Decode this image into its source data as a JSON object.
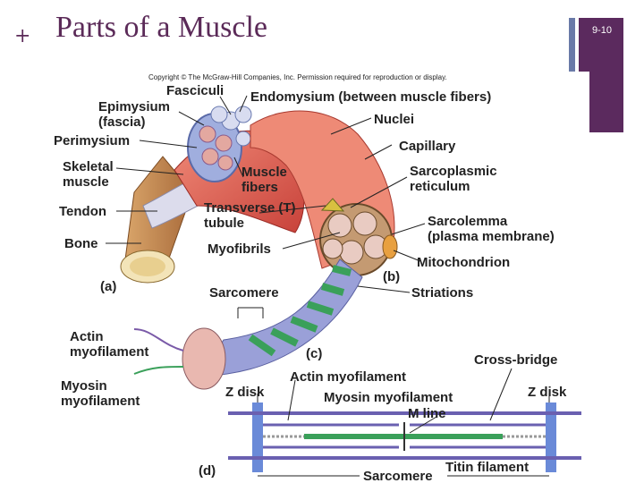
{
  "slide": {
    "bullet": "+",
    "title": "Parts of a Muscle",
    "slide_number": "9-10"
  },
  "figure": {
    "copyright": "Copyright © The McGraw-Hill Companies, Inc. Permission required for reproduction or display.",
    "labels": {
      "fasciculi": "Fasciculi",
      "epimysium_1": "Epimysium",
      "epimysium_2": "(fascia)",
      "endomysium": "Endomysium (between muscle fibers)",
      "nuclei": "Nuclei",
      "perimysium": "Perimysium",
      "capillary": "Capillary",
      "skeletal_1": "Skeletal",
      "skeletal_2": "muscle",
      "muscle_fibers_1": "Muscle",
      "muscle_fibers_2": "fibers",
      "sarcoplasmic_1": "Sarcoplasmic",
      "sarcoplasmic_2": "reticulum",
      "tendon": "Tendon",
      "ttubule_1": "Transverse (T)",
      "ttubule_2": "tubule",
      "sarcolemma_1": "Sarcolemma",
      "sarcolemma_2": "(plasma membrane)",
      "bone": "Bone",
      "myofibrils": "Myofibrils",
      "mitochondrion": "Mitochondrion",
      "panel_a": "(a)",
      "panel_b": "(b)",
      "sarcomere_top": "Sarcomere",
      "striations": "Striations",
      "actin_1": "Actin",
      "actin_2": "myofilament",
      "panel_c": "(c)",
      "cross_bridge": "Cross-bridge",
      "actin_myofilament": "Actin myofilament",
      "myosin_1": "Myosin",
      "myosin_2": "myofilament",
      "z_disk_left": "Z disk",
      "myosin_myofilament": "Myosin myofilament",
      "z_disk_right": "Z disk",
      "m_line": "M line",
      "panel_d": "(d)",
      "titin": "Titin filament",
      "sarcomere_bottom": "Sarcomere"
    }
  }
}
